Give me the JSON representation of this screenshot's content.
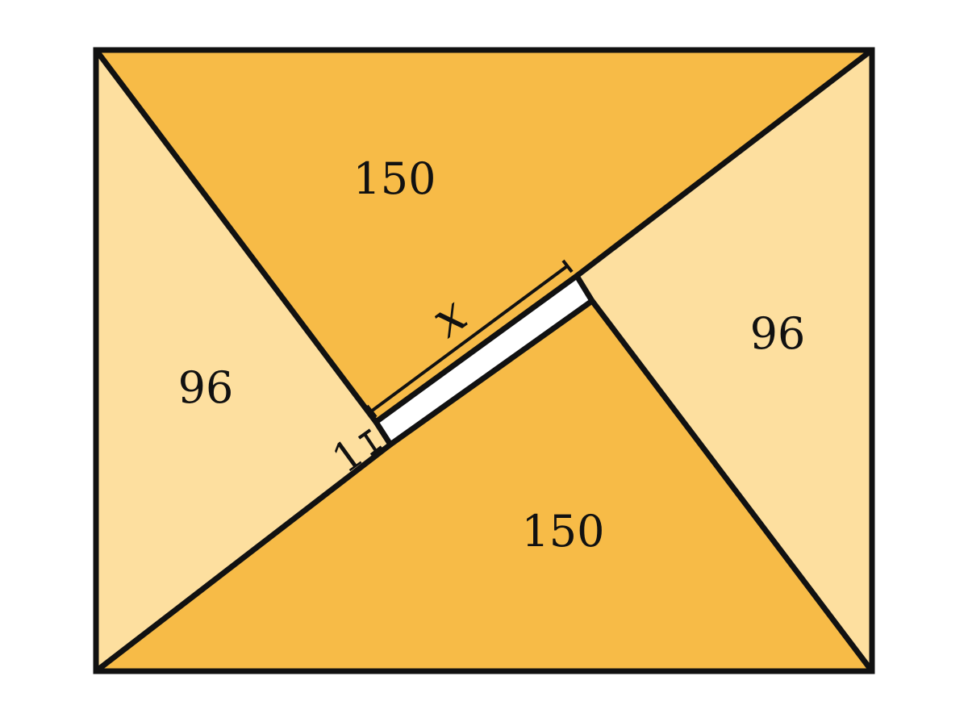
{
  "colors": {
    "dark_fill": "#f7bb47",
    "light_fill": "#fddf9f",
    "gap_fill": "#ffffff",
    "stroke": "#111111"
  },
  "regions": {
    "top_triangle": {
      "label": "150"
    },
    "bottom_triangle": {
      "label": "150"
    },
    "left_triangle": {
      "label": "96"
    },
    "right_triangle": {
      "label": "96"
    }
  },
  "dimensions": {
    "gap_length": {
      "label": "x"
    },
    "gap_width": {
      "label": "1"
    }
  }
}
